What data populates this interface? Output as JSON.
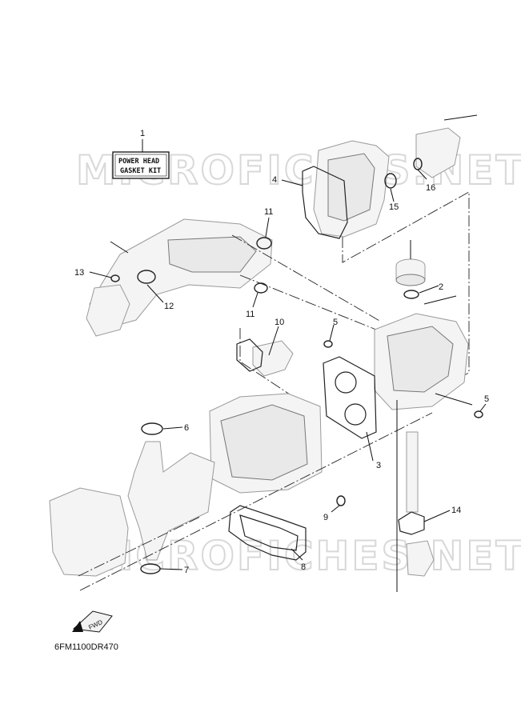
{
  "watermark": "MICROFICHES.NET",
  "kit_label": {
    "line1": "POWER HEAD",
    "line2": "GASKET KIT"
  },
  "fwd_label": "FWD",
  "diagram_code": "6FM1100DR470",
  "callouts": {
    "c1": "1",
    "c2": "2",
    "c3": "3",
    "c4": "4",
    "c5a": "5",
    "c5b": "5",
    "c6": "6",
    "c7": "7",
    "c8": "8",
    "c9": "9",
    "c10": "10",
    "c11a": "11",
    "c11b": "11",
    "c12": "12",
    "c13": "13",
    "c14": "14",
    "c15": "15",
    "c16": "16"
  }
}
